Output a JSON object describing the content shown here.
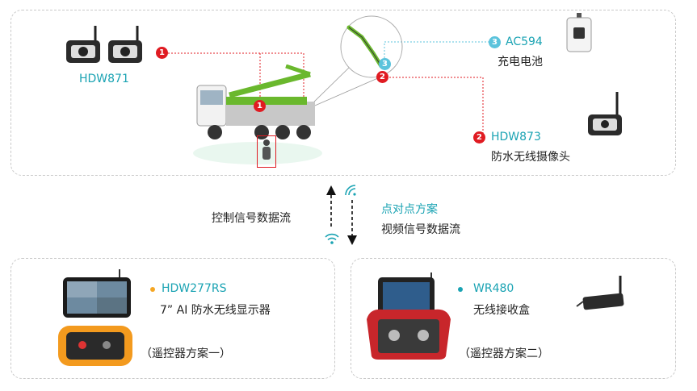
{
  "top_section": {
    "cameras_left": {
      "model": "HDW871",
      "badge": "1"
    },
    "truck_badge": "1",
    "battery": {
      "badge": "3",
      "model": "AC594",
      "name": "充电电池"
    },
    "arm_badge_blue": "3",
    "arm_badge_red": "2",
    "camera_right": {
      "badge": "2",
      "model": "HDW873",
      "name": "防水无线摄像头"
    }
  },
  "middle": {
    "control_stream": "控制信号数据流",
    "p2p_label": "点对点方案",
    "video_stream": "视频信号数据流"
  },
  "bottom_left": {
    "model": "HDW277RS",
    "name": "7” AI 防水无线显示器",
    "scheme": "（遥控器方案一）",
    "bullet_color": "#f5a623"
  },
  "bottom_right": {
    "model": "WR480",
    "name": "无线接收盒",
    "scheme": "（遥控器方案二）",
    "bullet_color": "#1aa3b3"
  },
  "colors": {
    "accent": "#1aa3b3",
    "marker_red": "#e01b22",
    "marker_blue": "#5bc3dc",
    "border": "#c9c9c9"
  }
}
